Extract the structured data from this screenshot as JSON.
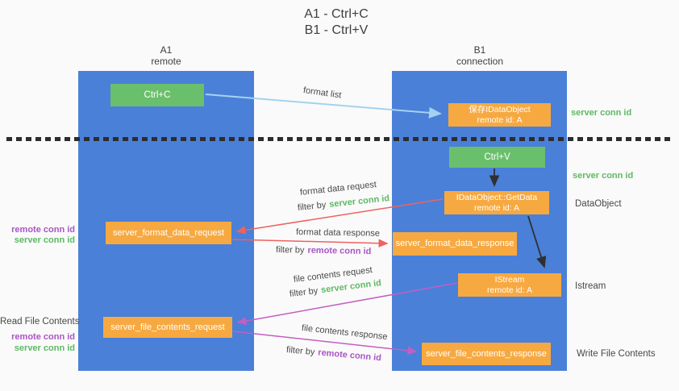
{
  "title": {
    "line1": "A1 - Ctrl+C",
    "line2": "B1 - Ctrl+V"
  },
  "lanes": {
    "left": {
      "name": "A1",
      "subtitle": "remote"
    },
    "right": {
      "name": "B1",
      "subtitle": "connection"
    }
  },
  "boxes": {
    "ctrl_c": {
      "label": "Ctrl+C"
    },
    "save_idataobject": {
      "line1": "保存IDataObject",
      "line2": "remote id: A"
    },
    "ctrl_v": {
      "label": "Ctrl+V"
    },
    "getdata": {
      "line1": "IDataObject::GetData",
      "line2": "remote id: A"
    },
    "format_request": {
      "label": "server_format_data_request"
    },
    "format_response": {
      "label": "server_format_data_response"
    },
    "istream": {
      "line1": "IStream",
      "line2": "remote id: A"
    },
    "file_request": {
      "label": "server_file_contents_request"
    },
    "file_response": {
      "label": "server_file_contents_response"
    }
  },
  "annotations": {
    "server_conn_id": "server conn id",
    "remote_conn_id": "remote conn id",
    "dataobject": "DataObject",
    "istream": "Istream",
    "read_file_contents": "Read File Contents",
    "write_file_contents": "Write File Contents"
  },
  "arrow_labels": {
    "format_list": "format list",
    "format_data_request": "format data request",
    "format_data_response": "format data response",
    "file_contents_request": "file contents request",
    "file_contents_response": "file contents response",
    "filter_by": "filter by"
  },
  "colors": {
    "bg": "#fafafa",
    "column-blue": "#4a80d8",
    "box-green": "#6abf6c",
    "box-orange": "#f7a941",
    "arrow-blue": "#a5d2f0",
    "arrow-red": "#ee6260",
    "arrow-magenta": "#c25fc2",
    "arrow-black": "#2f2f2f",
    "text-green": "#5eb963",
    "text-purple": "#a855c5",
    "text-dark": "#474747",
    "divider": "#2d2d2d"
  }
}
